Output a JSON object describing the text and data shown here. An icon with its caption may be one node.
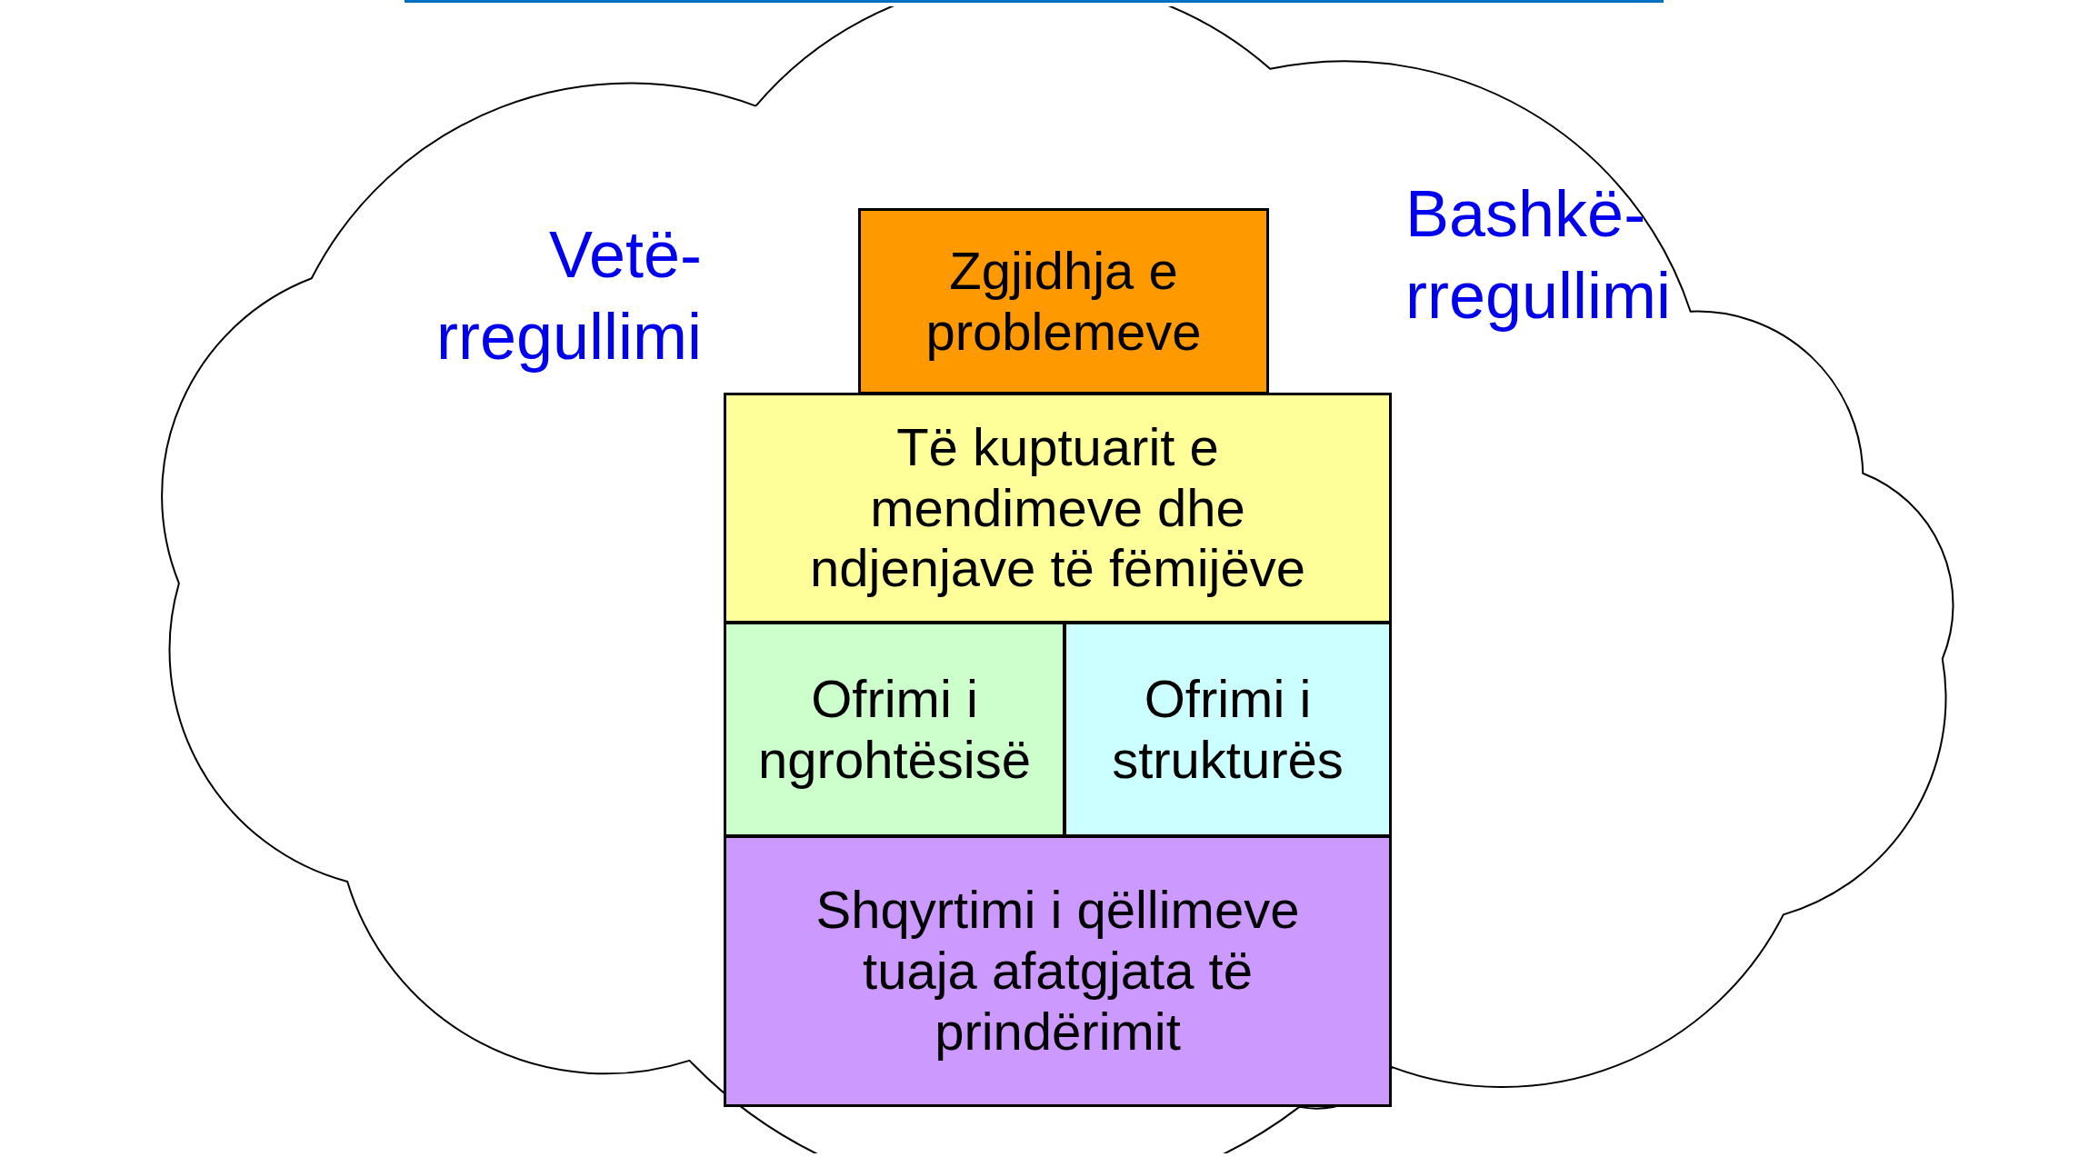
{
  "diagram": {
    "nodes": [
      {
        "text": [
          "Vetë- rregullimi",
          "Bashkë- rregullimi"
        ]
      },
      {
        "text": [
          "Zgjidhja e problemeve"
        ],
        "in": 0
      },
      {
        "text": [
          "Të kuptuarit e mendimeve dhe ndjenjave të fëmijëve"
        ],
        "in": 0
      },
      {
        "text": [
          "Ofrimi i ngrohtësisë"
        ],
        "in": 0
      },
      {
        "text": [
          "Ofrimi i strukturës"
        ],
        "in": 0
      },
      {
        "text": [
          "Shqyrtimi i qëllimeve tuaja afatgjata të prindërimit"
        ],
        "in": 0
      }
    ]
  }
}
